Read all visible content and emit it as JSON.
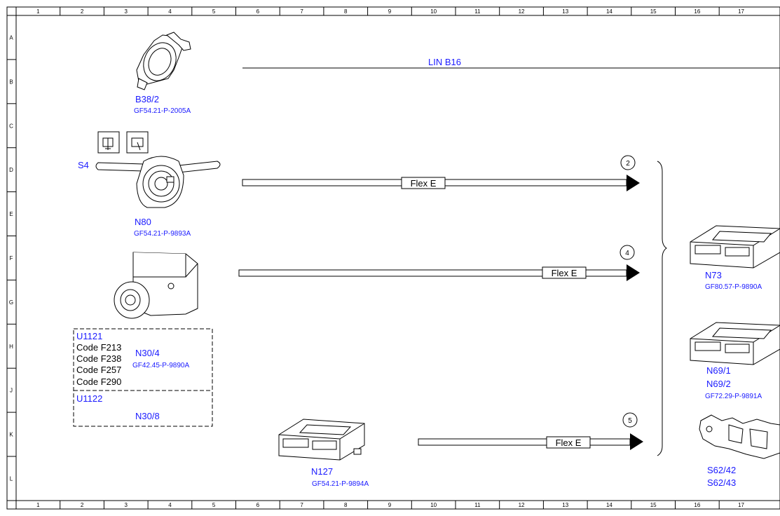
{
  "frame": {
    "columns": [
      "1",
      "2",
      "3",
      "4",
      "5",
      "6",
      "7",
      "8",
      "9",
      "10",
      "11",
      "12",
      "13",
      "14",
      "15",
      "16",
      "17"
    ],
    "rows": [
      "A",
      "B",
      "C",
      "D",
      "E",
      "F",
      "G",
      "H",
      "J",
      "K",
      "L"
    ]
  },
  "bus": {
    "label": "LIN B16"
  },
  "connections": [
    {
      "label": "Flex E",
      "number": "2"
    },
    {
      "label": "Flex E",
      "number": "4"
    },
    {
      "label": "Flex E",
      "number": "5"
    }
  ],
  "components": {
    "b38_2": {
      "name": "B38/2",
      "ref": "GF54.21-P-2005A"
    },
    "s4": {
      "name": "S4"
    },
    "n80": {
      "name": "N80",
      "ref": "GF54.21-P-9893A"
    },
    "n30_4": {
      "name": "N30/4",
      "ref": "GF42.45-P-9890A"
    },
    "n30_8": {
      "name": "N30/8"
    },
    "n127": {
      "name": "N127",
      "ref": "GF54.21-P-9894A"
    },
    "n73": {
      "name": "N73",
      "ref": "GF80.57-P-9890A"
    },
    "n69": {
      "name1": "N69/1",
      "name2": "N69/2",
      "ref": "GF72.29-P-9891A"
    },
    "s62": {
      "name1": "S62/42",
      "name2": "S62/43"
    }
  },
  "variant_box": {
    "u1121": "U1121",
    "codes": [
      "Code F213",
      "Code F238",
      "Code F257",
      "Code F290"
    ],
    "u1122": "U1122"
  }
}
